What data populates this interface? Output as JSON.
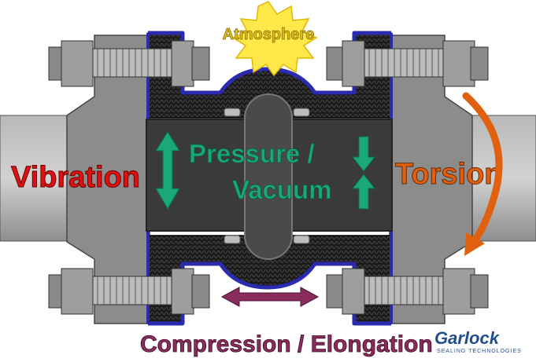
{
  "labels": {
    "atmosphere": "Atmosphere",
    "pressure_line1": "Pressure /",
    "pressure_line2": "Vacuum",
    "vibration": "Vibration",
    "torsion": "Torsion",
    "compression": "Compression / Elongation"
  },
  "brand": {
    "name": "Garlock",
    "tagline": "SEALING TECHNOLOGIES"
  },
  "colors": {
    "pipe_gray": "#9a9a9a",
    "bore_dark": "#3a3a3a",
    "rubber_black": "#1c1c1c",
    "liner_blue": "#2b2bb0",
    "green_arrow": "#1aa87a",
    "vibration_red": "#e01010",
    "torsion_orange": "#e06010",
    "compression_purple": "#8a2c5e",
    "sun_yellow": "#ffe84a",
    "brand_blue": "#1f4f8f"
  },
  "icons": {
    "sun": "sun-burst-icon",
    "pressure_arrow": "double-vertical-arrow-icon",
    "vacuum_arrows": "converging-arrows-icon",
    "torsion_arrow": "curved-arrow-icon",
    "compression_arrow": "double-horizontal-arrow-icon"
  }
}
